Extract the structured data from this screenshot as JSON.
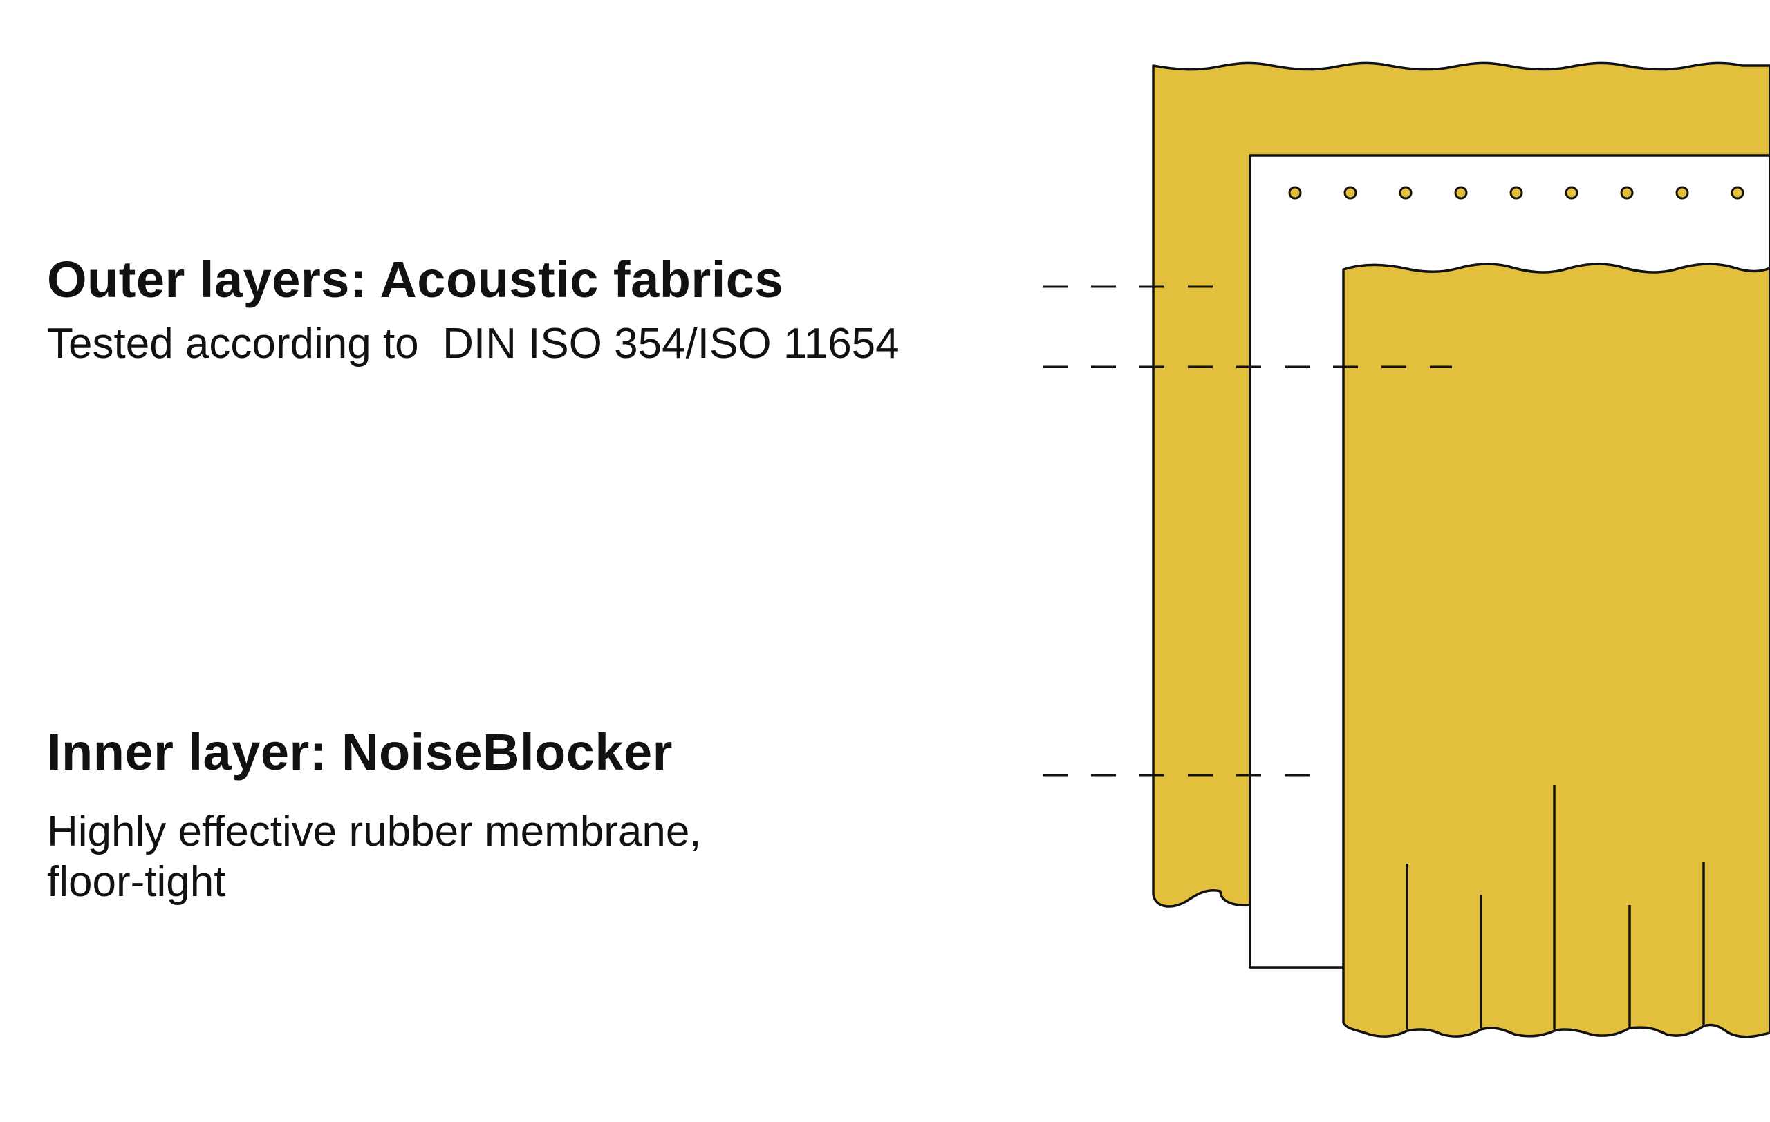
{
  "outer": {
    "heading": "Outer layers: Acoustic fabrics",
    "description": "Tested according to  DIN ISO 354/ISO 11654"
  },
  "inner": {
    "heading": "Inner layer: NoiseBlocker",
    "description_line1": "Highly effective rubber membrane,",
    "description_line2": "floor-tight"
  },
  "colors": {
    "fabric": "#E3BF3E",
    "outline": "#111111",
    "background": "#FFFFFF"
  }
}
